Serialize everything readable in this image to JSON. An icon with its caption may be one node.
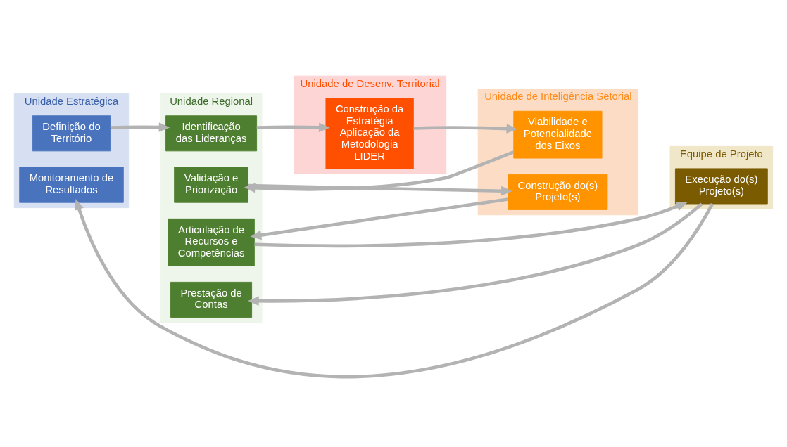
{
  "diagram": {
    "nodes": [
      {
        "text": [
          "Unidade Estratégica"
        ]
      },
      {
        "text": [
          "Definição do Território"
        ],
        "in": 0
      },
      {
        "text": [
          "Monitoramento de Resultados"
        ],
        "in": 0
      },
      {
        "text": [
          "Unidade Regional"
        ]
      },
      {
        "text": [
          "Identificação das Lideranças"
        ],
        "in": 3
      },
      {
        "text": [
          "Validação e Priorização"
        ],
        "in": 3
      },
      {
        "text": [
          "Articulação de Recursos e Competências"
        ],
        "in": 3
      },
      {
        "text": [
          "Prestação de Contas"
        ],
        "in": 3
      },
      {
        "text": [
          "Unidade de Desenv. Territorial"
        ]
      },
      {
        "text": [
          "Construção da Estratégia Aplicação da Metodologia LIDER"
        ],
        "in": 8
      },
      {
        "text": [
          "Unidade de Inteligência Setorial"
        ]
      },
      {
        "text": [
          "Viabilidade e Potencialidade dos Eixos"
        ],
        "in": 10
      },
      {
        "text": [
          "Construção do(s) Projeto(s)"
        ],
        "in": 10
      },
      {
        "text": [
          "Equipe de Projeto"
        ]
      },
      {
        "text": [
          "Execução do(s) Projeto(s)"
        ],
        "in": 13
      }
    ],
    "edges": [
      {
        "from": 1,
        "to": 4,
        "arrow": "to"
      },
      {
        "from": 4,
        "to": 9,
        "arrow": "to"
      },
      {
        "from": 9,
        "to": 11,
        "arrow": "to"
      },
      {
        "from": 11,
        "to": 5,
        "arrow": "to"
      },
      {
        "from": 5,
        "to": 12,
        "arrow": "to"
      },
      {
        "from": 12,
        "to": 6,
        "arrow": "to"
      },
      {
        "from": 6,
        "to": 14,
        "arrow": "to"
      },
      {
        "from": 14,
        "to": 2,
        "arrow": "to"
      },
      {
        "from": 14,
        "to": 7,
        "arrow": "to"
      }
    ]
  }
}
